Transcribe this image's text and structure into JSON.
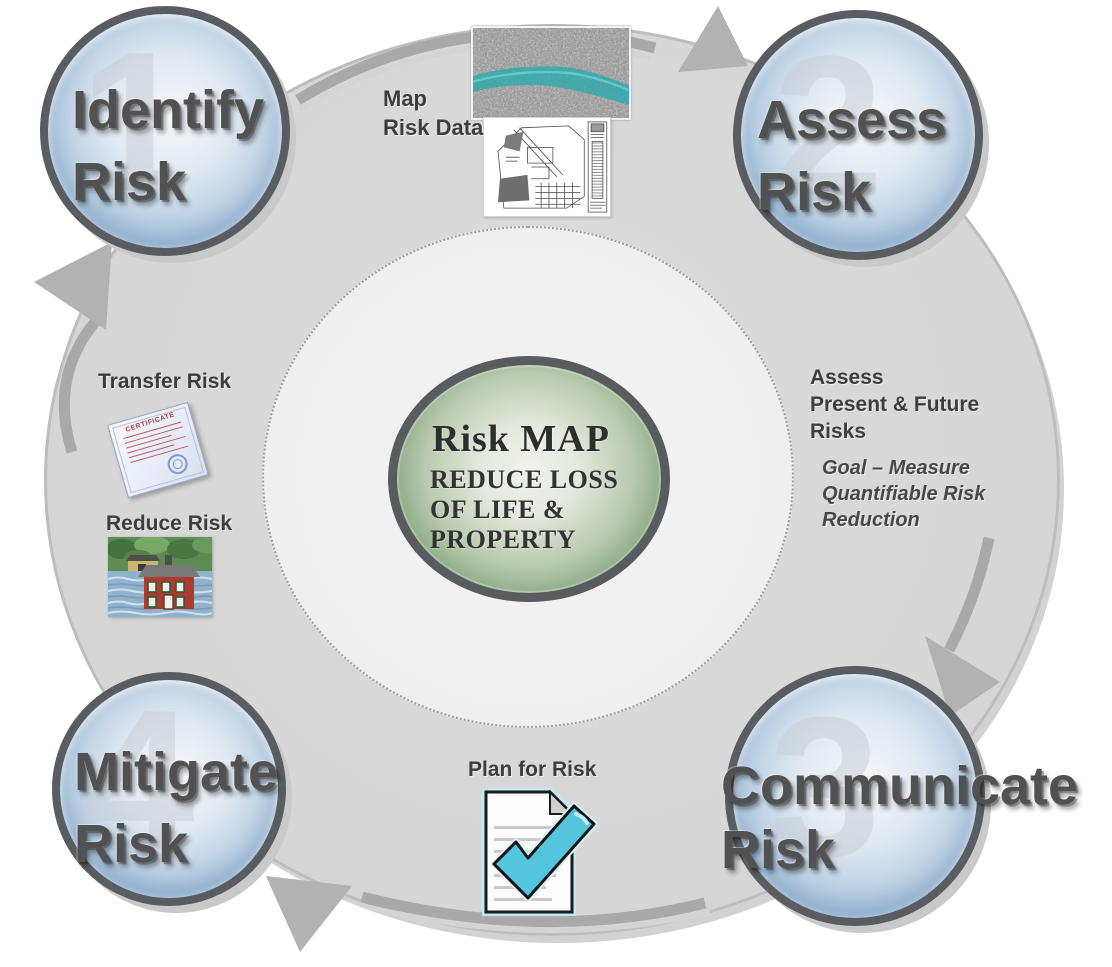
{
  "diagram_title": "Risk MAP cycle",
  "palette": {
    "ring_gray": "#d7d7d7",
    "inner_disc_gray": "#efefef",
    "node_blue": "#7aa3cb",
    "node_border_gray": "#595d61",
    "center_green": "#547f52",
    "arrow_gray": "#ababab",
    "node_text_gray": "#515151",
    "label_gray": "#3d3d3d",
    "check_cyan": "#53c6de",
    "river_teal": "#2aa9ad",
    "certificate_red": "#b43c3c",
    "seal_blue": "#6b85c2"
  },
  "center": {
    "title": "Risk MAP",
    "lines": [
      "REDUCE LOSS",
      "OF LIFE &",
      "PROPERTY"
    ]
  },
  "nodes": {
    "identify": {
      "number": "1",
      "lines": [
        "Identify",
        "Risk"
      ]
    },
    "assess": {
      "number": "2",
      "lines": [
        "Assess",
        "Risk"
      ]
    },
    "communicate": {
      "number": "3",
      "lines": [
        "Communicate",
        "Risk"
      ]
    },
    "mitigate": {
      "number": "4",
      "lines": [
        "Mitigate",
        "Risk"
      ]
    }
  },
  "annotations": {
    "map_risk_data": {
      "lines": [
        "Map",
        "Risk Data"
      ]
    },
    "transfer_risk": {
      "label": "Transfer Risk"
    },
    "reduce_risk": {
      "label": "Reduce Risk"
    },
    "plan_for_risk": {
      "label": "Plan for Risk"
    },
    "assess_present_future": {
      "lines": [
        "Assess",
        "Present & Future",
        "Risks"
      ]
    },
    "goal": {
      "lines": [
        "Goal – Measure",
        "Quantifiable Risk",
        "Reduction"
      ]
    }
  },
  "icons": {
    "certificate_text": "CERTIFICATE"
  }
}
